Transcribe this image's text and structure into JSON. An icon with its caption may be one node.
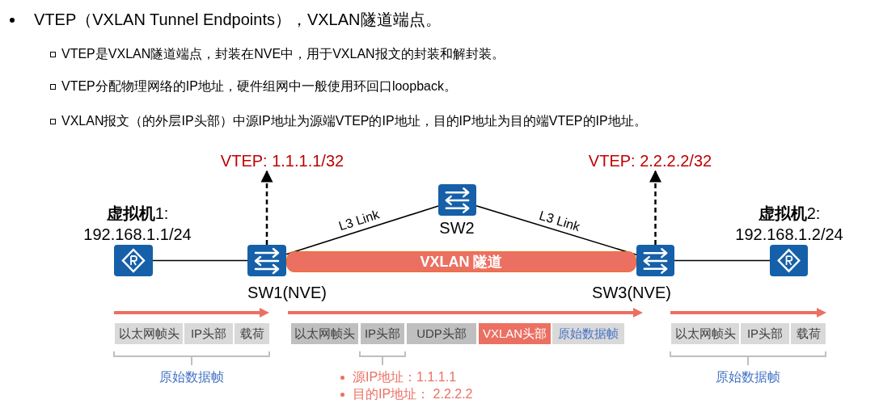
{
  "diagram": {
    "title": "VTEP（VXLAN Tunnel Endpoints），VXLAN隧道端点。",
    "nodes": [
      {
        "text": [],
        "shape": "box",
        "beside": [
          "**虚拟机**1:",
          "192.168.1.1/24"
        ]
      },
      {
        "text": [],
        "shape": "box",
        "beside": [
          "SW1(NVE)"
        ]
      },
      {
        "text": [],
        "shape": "box",
        "beside": [
          "SW2"
        ]
      },
      {
        "text": [],
        "shape": "box",
        "beside": [
          "SW3(NVE)"
        ]
      },
      {
        "text": [],
        "shape": "box",
        "beside": [
          "**虚拟机**2:",
          "192.168.1.2/24"
        ]
      },
      {
        "text": [
          "VTEP: 1.1.1.1/32"
        ]
      },
      {
        "text": [
          "VTEP: 2.2.2.2/32"
        ]
      },
      {
        "text": [
          "VXLAN 隧道"
        ]
      }
    ],
    "edges": [
      {
        "from": 0,
        "to": 1,
        "arrow": "none"
      },
      {
        "from": 1,
        "to": 2,
        "arrow": "none",
        "label": "L3 Link"
      },
      {
        "from": 2,
        "to": 3,
        "arrow": "none",
        "label": "L3 Link"
      },
      {
        "from": 3,
        "to": 4,
        "arrow": "none"
      },
      {
        "from": 1,
        "to": 5,
        "arrow": "to",
        "style": "dashed"
      },
      {
        "from": 3,
        "to": 6,
        "arrow": "to",
        "style": "dashed"
      }
    ],
    "labels": [
      "VTEP是VXLAN隧道端点，封装在NVE中，用于VXLAN报文的封装和解封装。",
      "VTEP分配物理网络的IP地址，硬件组网中一般使用环回口loopback。",
      "VXLAN报文（的外层IP头部）中源IP地址为源端VTEP的IP地址，目的IP地址为目的端VTEP的IP地址。",
      "以太网帧头",
      "IP头部",
      "载荷",
      "以太网帧头",
      "IP头部",
      "UDP头部",
      "VXLAN头部",
      "原始数据帧",
      "以太网帧头",
      "IP头部",
      "载荷",
      "原始数据帧",
      "源IP地址：1.1.1.1",
      "目的IP地址： 2.2.2.2",
      "原始数据帧"
    ]
  }
}
